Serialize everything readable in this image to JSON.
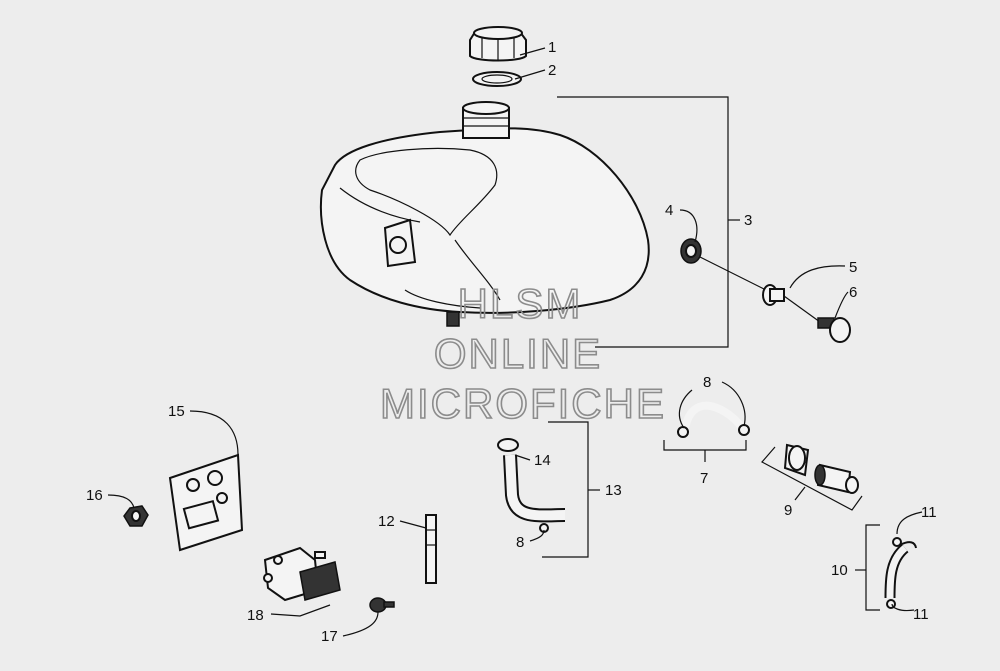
{
  "diagram": {
    "callouts": [
      {
        "id": "c1",
        "text": "1"
      },
      {
        "id": "c2",
        "text": "2"
      },
      {
        "id": "c3",
        "text": "3"
      },
      {
        "id": "c4",
        "text": "4"
      },
      {
        "id": "c5",
        "text": "5"
      },
      {
        "id": "c6",
        "text": "6"
      },
      {
        "id": "c7",
        "text": "7"
      },
      {
        "id": "c8a",
        "text": "8"
      },
      {
        "id": "c8b",
        "text": "8"
      },
      {
        "id": "c9",
        "text": "9"
      },
      {
        "id": "c10",
        "text": "10"
      },
      {
        "id": "c11a",
        "text": "11"
      },
      {
        "id": "c11b",
        "text": "11"
      },
      {
        "id": "c12",
        "text": "12"
      },
      {
        "id": "c13",
        "text": "13"
      },
      {
        "id": "c14",
        "text": "14"
      },
      {
        "id": "c15",
        "text": "15"
      },
      {
        "id": "c16",
        "text": "16"
      },
      {
        "id": "c17",
        "text": "17"
      },
      {
        "id": "c18",
        "text": "18"
      }
    ],
    "watermark": {
      "line1": "HLSM",
      "line2": "ONLINE",
      "line3": "MICROFICHE"
    }
  }
}
